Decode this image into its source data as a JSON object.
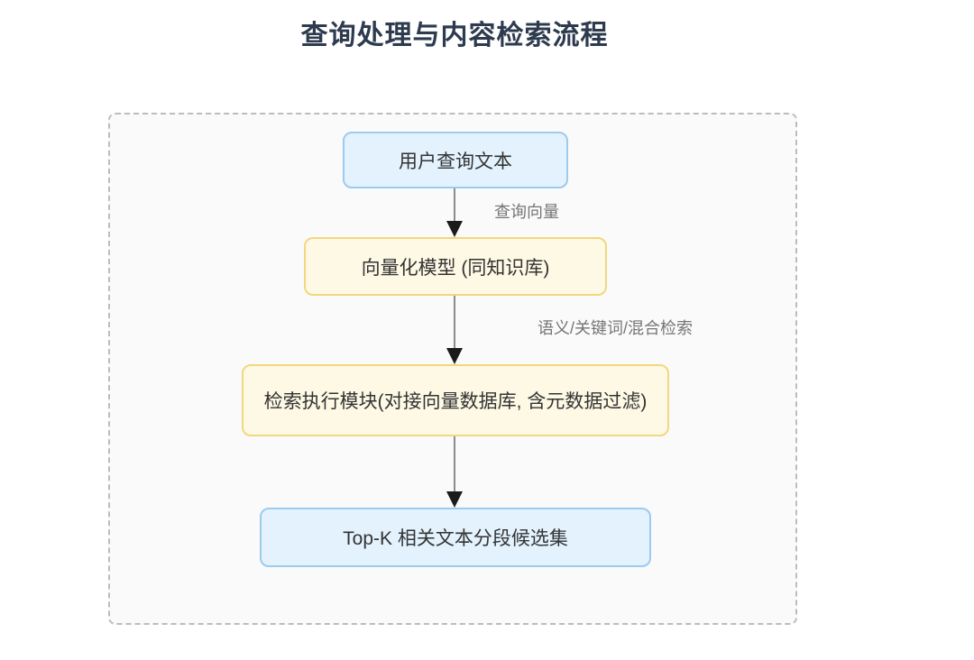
{
  "page": {
    "title": "查询处理与内容检索流程"
  },
  "colors": {
    "title_text": "#2e3b4e",
    "node_text": "#333333",
    "edge_label_text": "#757575",
    "blue_node_fill": "#e3f2fd",
    "blue_node_border": "#9ccbf0",
    "yellow_node_fill": "#fef9e5",
    "yellow_node_border": "#f1d77e",
    "container_fill": "#fafafa",
    "container_border": "#bcbcbc",
    "arrow_line": "#8c8c8c",
    "arrow_head": "#1b1b1b"
  },
  "flowchart": {
    "nodes": [
      {
        "id": "user-query-text",
        "label": "用户查询文本",
        "style": "blue"
      },
      {
        "id": "vectorization-model",
        "label": "向量化模型 (同知识库)",
        "style": "yellow"
      },
      {
        "id": "retrieval-execution-module",
        "label": "检索执行模块(对接向量数据库, 含元数据过滤)",
        "style": "yellow"
      },
      {
        "id": "topk-candidate-set",
        "label": "Top-K 相关文本分段候选集",
        "style": "blue"
      }
    ],
    "edges": [
      {
        "from": "user-query-text",
        "to": "vectorization-model",
        "label": "查询向量"
      },
      {
        "from": "vectorization-model",
        "to": "retrieval-execution-module",
        "label": "语义/关键词/混合检索"
      },
      {
        "from": "retrieval-execution-module",
        "to": "topk-candidate-set",
        "label": ""
      }
    ]
  }
}
